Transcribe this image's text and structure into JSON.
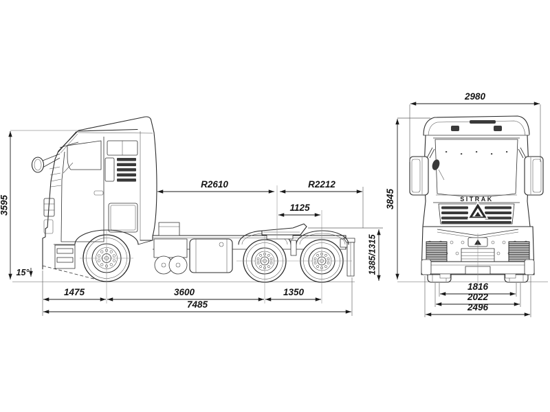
{
  "side_view": {
    "overall_height": "3595",
    "approach_angle": "15°",
    "cab_rear_swing_radius": "R2610",
    "rear_swing_radius": "R2212",
    "fifth_wheel_to_rear_axle": "1125",
    "fifth_wheel_height": "1385/1315",
    "front_overhang": "1475",
    "wheelbase": "3600",
    "tandem_axle_spacing": "1350",
    "overall_length": "7485"
  },
  "front_view": {
    "width_over_mirrors": "2980",
    "overall_height": "3845",
    "front_track": "1816",
    "front_tire_outer_width": "2022",
    "overall_width": "2496",
    "grille_badge": "SITRAK"
  }
}
